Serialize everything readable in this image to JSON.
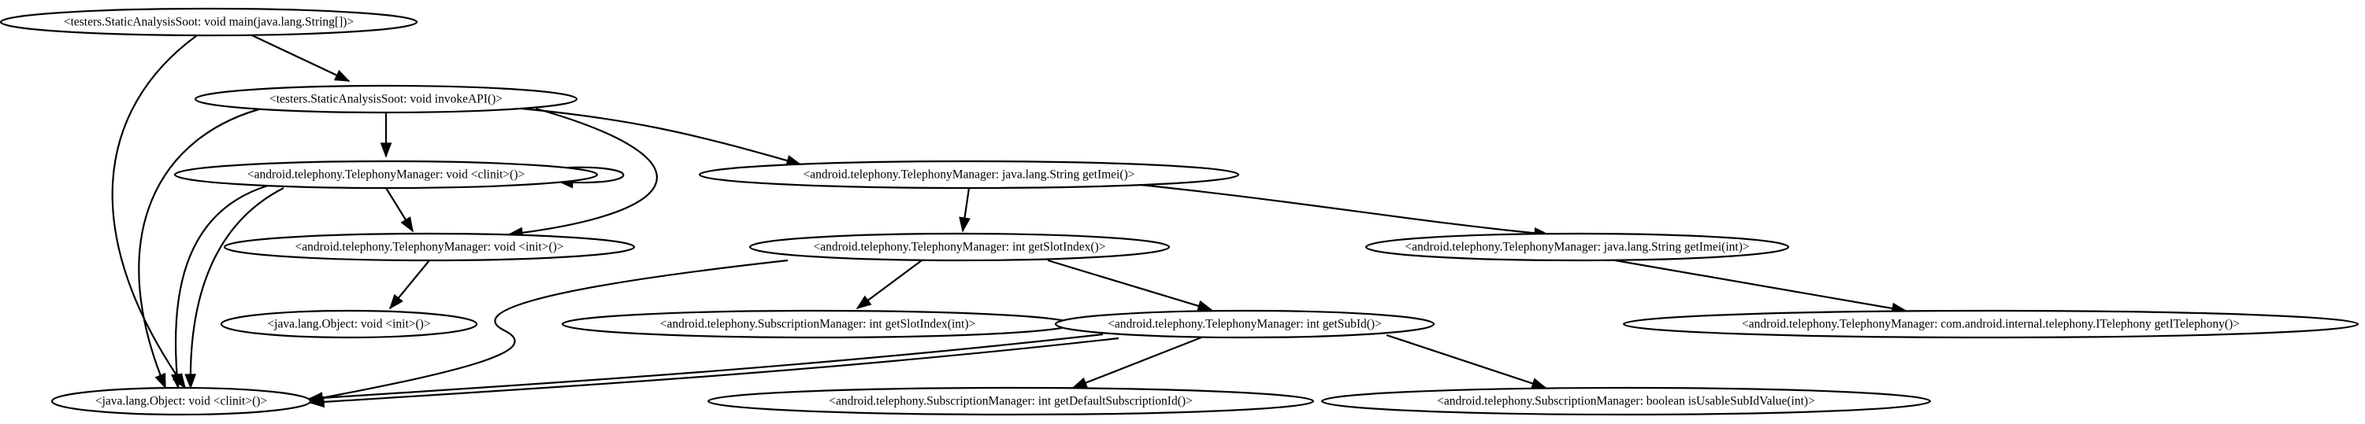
{
  "graph": {
    "nodes": [
      {
        "id": "main",
        "label": "<testers.StaticAnalysisSoot: void main(java.lang.String[])>"
      },
      {
        "id": "invokeAPI",
        "label": "<testers.StaticAnalysisSoot: void invokeAPI()>"
      },
      {
        "id": "tm_clinit",
        "label": "<android.telephony.TelephonyManager: void <clinit>()>"
      },
      {
        "id": "tm_getImei",
        "label": "<android.telephony.TelephonyManager: java.lang.String getImei()>"
      },
      {
        "id": "tm_init",
        "label": "<android.telephony.TelephonyManager: void <init>()>"
      },
      {
        "id": "tm_getSlotIndex",
        "label": "<android.telephony.TelephonyManager: int getSlotIndex()>"
      },
      {
        "id": "tm_getImeiInt",
        "label": "<android.telephony.TelephonyManager: java.lang.String getImei(int)>"
      },
      {
        "id": "obj_init",
        "label": "<java.lang.Object: void <init>()>"
      },
      {
        "id": "sm_getSlotIndex",
        "label": "<android.telephony.SubscriptionManager: int getSlotIndex(int)>"
      },
      {
        "id": "tm_getSubId",
        "label": "<android.telephony.TelephonyManager: int getSubId()>"
      },
      {
        "id": "tm_getITelephony",
        "label": "<android.telephony.TelephonyManager: com.android.internal.telephony.ITelephony getITelephony()>"
      },
      {
        "id": "obj_clinit",
        "label": "<java.lang.Object: void <clinit>()>"
      },
      {
        "id": "sm_getDefaultSubId",
        "label": "<android.telephony.SubscriptionManager: int getDefaultSubscriptionId()>"
      },
      {
        "id": "sm_isUsableSubId",
        "label": "<android.telephony.SubscriptionManager: boolean isUsableSubIdValue(int)>"
      }
    ],
    "edges": [
      {
        "from": "main",
        "to": "invokeAPI"
      },
      {
        "from": "main",
        "to": "obj_clinit"
      },
      {
        "from": "invokeAPI",
        "to": "tm_clinit"
      },
      {
        "from": "invokeAPI",
        "to": "tm_getImei"
      },
      {
        "from": "invokeAPI",
        "to": "tm_init"
      },
      {
        "from": "invokeAPI",
        "to": "obj_clinit"
      },
      {
        "from": "tm_clinit",
        "to": "tm_clinit"
      },
      {
        "from": "tm_clinit",
        "to": "tm_init"
      },
      {
        "from": "tm_clinit",
        "to": "obj_clinit"
      },
      {
        "from": "tm_clinit",
        "to": "obj_clinit"
      },
      {
        "from": "tm_init",
        "to": "obj_init"
      },
      {
        "from": "tm_getImei",
        "to": "tm_getSlotIndex"
      },
      {
        "from": "tm_getImei",
        "to": "tm_getImeiInt"
      },
      {
        "from": "tm_getSlotIndex",
        "to": "sm_getSlotIndex"
      },
      {
        "from": "tm_getSlotIndex",
        "to": "tm_getSubId"
      },
      {
        "from": "tm_getSlotIndex",
        "to": "obj_clinit"
      },
      {
        "from": "tm_getImeiInt",
        "to": "tm_getITelephony"
      },
      {
        "from": "tm_getSubId",
        "to": "obj_clinit"
      },
      {
        "from": "tm_getSubId",
        "to": "obj_clinit"
      },
      {
        "from": "tm_getSubId",
        "to": "sm_getDefaultSubId"
      },
      {
        "from": "tm_getSubId",
        "to": "sm_isUsableSubId"
      }
    ]
  }
}
